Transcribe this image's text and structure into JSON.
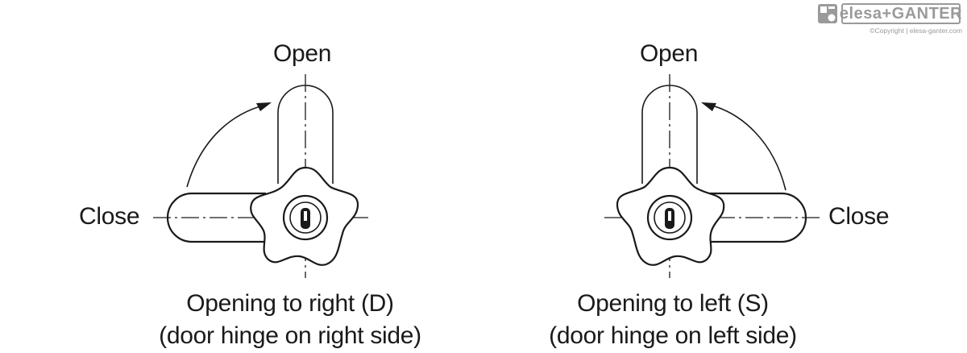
{
  "brand": {
    "logo_text": "elesa+GANTER",
    "copyright": "©Copyright | elesa-ganter.com",
    "color": "#9a9a9a"
  },
  "diagrams": [
    {
      "id": "right",
      "open_label": "Open",
      "close_label": "Close",
      "caption_line1": "Opening to right (D)",
      "caption_line2": "(door hinge on right side)"
    },
    {
      "id": "left",
      "open_label": "Open",
      "close_label": "Close",
      "caption_line1": "Opening to left (S)",
      "caption_line2": "(door hinge on left side)"
    }
  ],
  "colors": {
    "line": "#1a1a1a",
    "background": "#ffffff"
  }
}
